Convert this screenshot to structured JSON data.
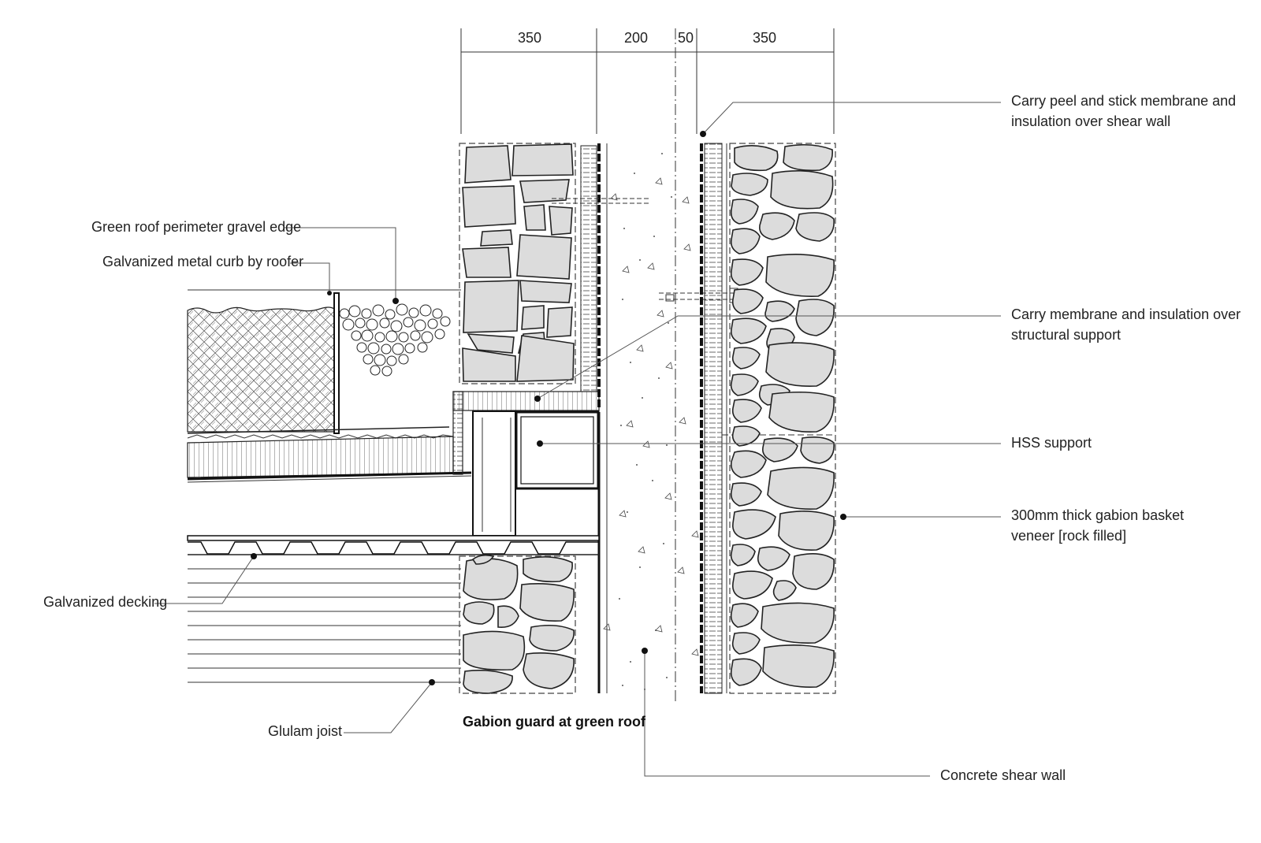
{
  "dimensions": [
    "350",
    "200",
    "50",
    "350"
  ],
  "title": "Gabion guard at green roof",
  "labels": {
    "gravel_edge": "Green roof perimeter gravel edge",
    "metal_curb": "Galvanized metal curb by roofer",
    "decking": "Galvanized decking",
    "glulam": "Glulam joist",
    "membrane_1": "Carry peel and stick membrane and",
    "membrane_2": "insulation over shear wall",
    "support_membrane_1": "Carry membrane and insulation over",
    "support_membrane_2": "structural support",
    "hss": "HSS support",
    "gabion_1": "300mm thick gabion basket",
    "gabion_2": "veneer [rock filled]",
    "shear_wall": "Concrete shear wall"
  },
  "colors": {
    "rock_fill": "#dcdcdc",
    "line": "#222222"
  }
}
